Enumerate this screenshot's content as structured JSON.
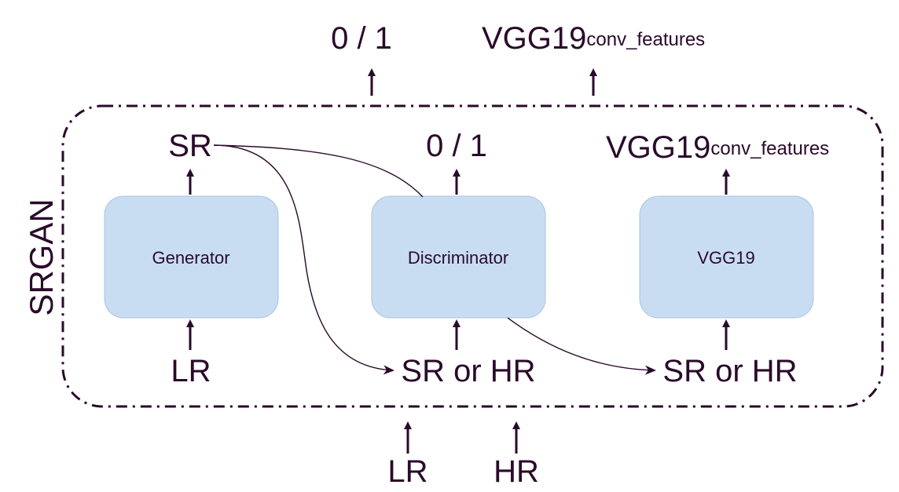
{
  "colors": {
    "ink": "#2a0a2a",
    "box_fill": "#c9ddf2",
    "box_border": "#a9c4e4",
    "background": "#ffffff"
  },
  "frame": {
    "label": "SRGAN"
  },
  "top_outputs": {
    "binary": "0 / 1",
    "vgg_main": "VGG19",
    "vgg_sub": "conv_features"
  },
  "bottom_inputs": {
    "lr": "LR",
    "hr": "HR"
  },
  "blocks": {
    "generator": {
      "label": "Generator",
      "output": "SR",
      "input": "LR"
    },
    "discriminator": {
      "label": "Discriminator",
      "output": "0 / 1",
      "input": "SR or HR"
    },
    "vgg": {
      "label": "VGG19",
      "output_main": "VGG19",
      "output_sub": "conv_features",
      "input": "SR or HR"
    }
  }
}
